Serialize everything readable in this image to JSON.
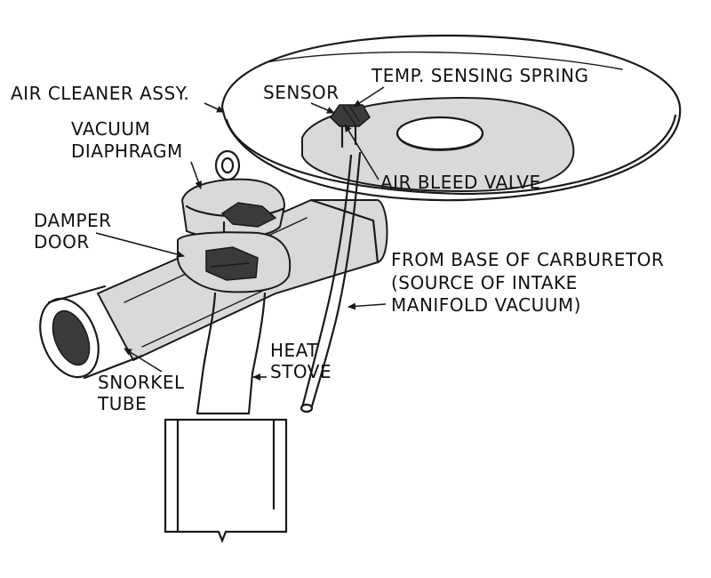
{
  "diagram": {
    "labels": {
      "air_cleaner": "AIR CLEANER ASSY.",
      "sensor": "SENSOR",
      "temp_spring": "TEMP. SENSING SPRING",
      "vacuum_line1": "VACUUM",
      "vacuum_line2": "DIAPHRAGM",
      "air_bleed": "AIR BLEED VALVE",
      "damper_line1": "DAMPER",
      "damper_line2": "DOOR",
      "carb_line1": "FROM BASE OF CARBURETOR",
      "carb_line2": "(SOURCE OF INTAKE",
      "carb_line3": "MANIFOLD VACUUM)",
      "heat_line1": "HEAT",
      "heat_line2": "STOVE",
      "snorkel_line1": "SNORKEL",
      "snorkel_line2": "TUBE"
    }
  }
}
